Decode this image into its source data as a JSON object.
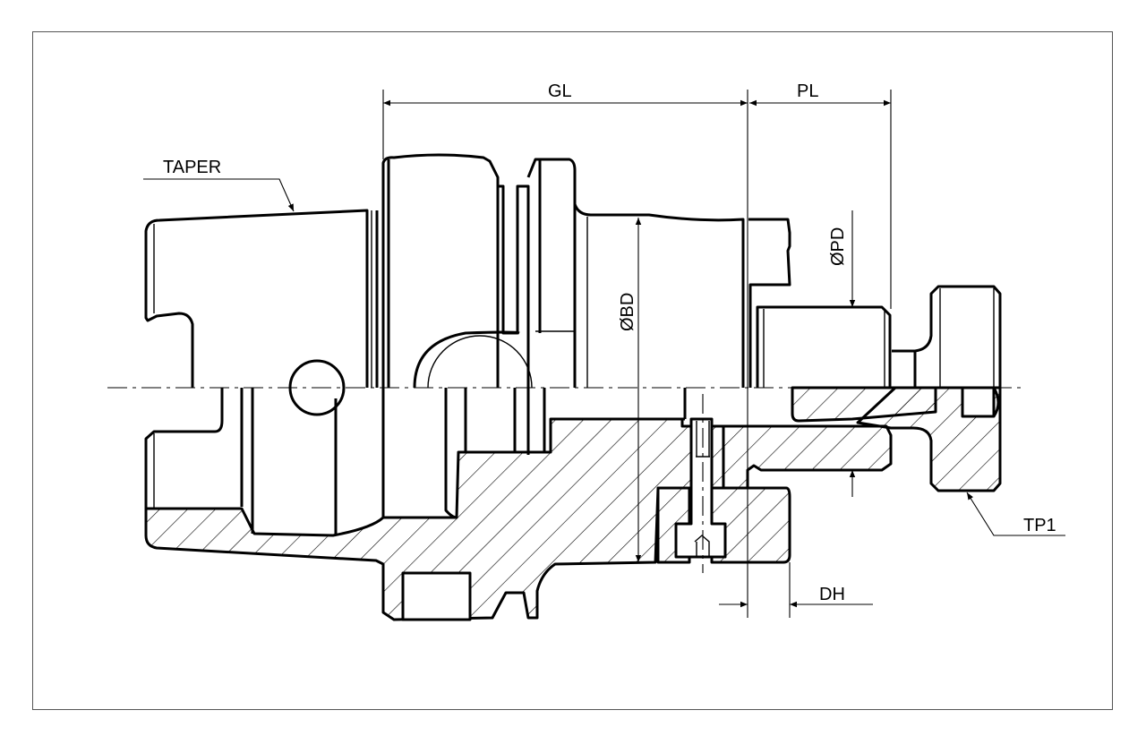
{
  "drawing": {
    "labels": {
      "gl": "GL",
      "pl": "PL",
      "bd": "ØBD",
      "pd": "ØPD",
      "dh": "DH",
      "taper": "TAPER",
      "tp1": "TP1"
    },
    "colors": {
      "line": "#000000",
      "background": "#ffffff",
      "frame": "#555555"
    }
  }
}
